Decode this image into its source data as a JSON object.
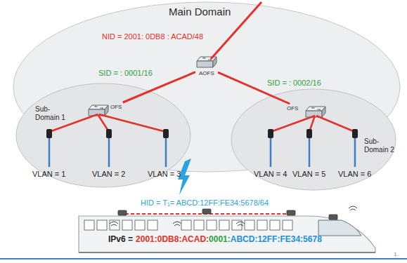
{
  "diagram": {
    "nodes": [
      {
        "text": [
          "Main Domain"
        ]
      },
      {
        "text": [
          "AOFS"
        ],
        "in": 0
      },
      {
        "text": [
          "Sub-Domain 1"
        ],
        "in": 0
      },
      {
        "text": [
          "OFS"
        ],
        "in": 2
      },
      {
        "text": [
          "Sub-Domain 2"
        ],
        "in": 0
      },
      {
        "text": [
          "OFS"
        ],
        "in": 4
      },
      {
        "text": [
          "IPv6 =",
          "2001:0DB8:ACAD:",
          "0001:",
          "ABCD:12FF:FE34:5678"
        ]
      }
    ],
    "edges": [
      {
        "from": 1,
        "to": 3,
        "arrow": "none",
        "label": "SID = : 0001/16"
      },
      {
        "from": 1,
        "to": 5,
        "arrow": "none",
        "label": "SID = : 0002/16"
      }
    ],
    "labels": [
      "NID = 2001: 0DB8 : ACAD/48",
      "VLAN = 1",
      "VLAN = 2",
      "VLAN = 3",
      "VLAN = 4",
      "VLAN = 5",
      "VLAN = 6",
      "HID = T₁= ABCD:12FF:FE34:5678/64",
      "1."
    ]
  }
}
